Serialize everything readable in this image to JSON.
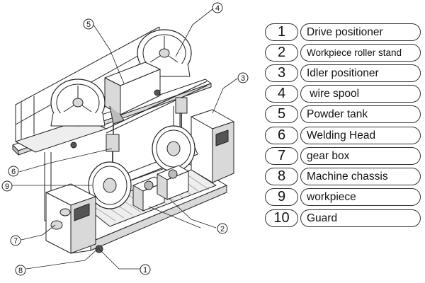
{
  "legend": [
    {
      "number": "1",
      "label": "Drive positioner"
    },
    {
      "number": "2",
      "label": "Workpiece roller stand"
    },
    {
      "number": "3",
      "label": "Idler positioner"
    },
    {
      "number": "4",
      "label": " wire spool"
    },
    {
      "number": "5",
      "label": "Powder tank"
    },
    {
      "number": "6",
      "label": "Welding Head"
    },
    {
      "number": "7",
      "label": "gear box"
    },
    {
      "number": "8",
      "label": "Machine chassis"
    },
    {
      "number": "9",
      "label": "workpiece"
    },
    {
      "number": "10",
      "label": "Guard"
    }
  ],
  "callouts": [
    "1",
    "2",
    "3",
    "4",
    "5",
    "6",
    "7",
    "8",
    "9"
  ],
  "colors": {
    "line": "#222222",
    "fill": "#ffffff",
    "shade": "#d9d9d9",
    "dark": "#555555"
  }
}
